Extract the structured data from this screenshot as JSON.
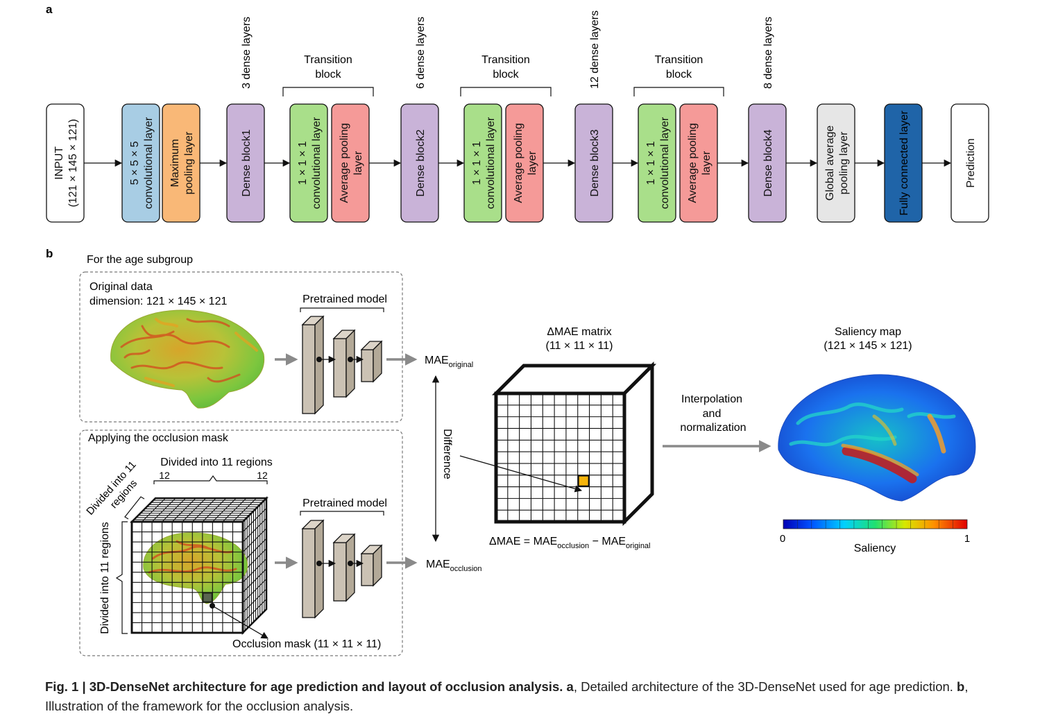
{
  "panel_a": {
    "letter": "a",
    "blocks": [
      {
        "lines": [
          "INPUT",
          "(121 × 145 × 121)"
        ],
        "color": "#ffffff"
      },
      {
        "lines": [
          "5 × 5 × 5",
          "convolutional layer"
        ],
        "color": "#a8cde4"
      },
      {
        "lines": [
          "Maximum",
          "pooling layer"
        ],
        "color": "#f9b877"
      },
      {
        "lines": [
          "Dense block1"
        ],
        "color": "#c9b3d8"
      },
      {
        "lines": [
          "1 × 1 × 1",
          "convolutional layer"
        ],
        "color": "#a9df8a"
      },
      {
        "lines": [
          "Average pooling",
          "layer"
        ],
        "color": "#f59a98"
      },
      {
        "lines": [
          "Dense block2"
        ],
        "color": "#c9b3d8"
      },
      {
        "lines": [
          "1 × 1 × 1",
          "convolutional layer"
        ],
        "color": "#a9df8a"
      },
      {
        "lines": [
          "Average pooling",
          "layer"
        ],
        "color": "#f59a98"
      },
      {
        "lines": [
          "Dense block3"
        ],
        "color": "#c9b3d8"
      },
      {
        "lines": [
          "1 × 1 × 1",
          "convolutional layer"
        ],
        "color": "#a9df8a"
      },
      {
        "lines": [
          "Average pooling",
          "layer"
        ],
        "color": "#f59a98"
      },
      {
        "lines": [
          "Dense block4"
        ],
        "color": "#c9b3d8"
      },
      {
        "lines": [
          "Global average",
          "pooling layer"
        ],
        "color": "#e6e6e6"
      },
      {
        "lines": [
          "Fully connected layer"
        ],
        "color": "#1f64a8"
      },
      {
        "lines": [
          "Prediction"
        ],
        "color": "#ffffff"
      }
    ],
    "dense_layer_labels": [
      "3 dense layers",
      "6 dense layers",
      "12 dense layers",
      "8 dense layers"
    ],
    "transition_label": [
      "Transition",
      "block"
    ]
  },
  "panel_b": {
    "letter": "b",
    "group_title": "For the age subgroup",
    "original_box": {
      "line1": "Original data",
      "line2": "dimension: 121 × 145 × 121"
    },
    "occlusion_box": {
      "title": "Applying the occlusion mask"
    },
    "pretrained_label": "Pretrained model",
    "mae_original": {
      "base": "MAE",
      "sub": "original"
    },
    "mae_occlusion": {
      "base": "MAE",
      "sub": "occlusion"
    },
    "difference_label": "Difference",
    "divided_top": "Divided into 11 regions",
    "divided_diag": [
      "Divided into 11",
      "regions"
    ],
    "divided_left": "Divided into 11 regions",
    "num_left": "12",
    "num_right": "12",
    "occlusion_mask_label": "Occlusion mask (11 × 11 × 11)",
    "dmae_title": [
      "ΔMAE matrix",
      "(11 × 11 × 11)"
    ],
    "dmae_formula": {
      "a": "ΔMAE = MAE",
      "a_sub": "occlusion",
      "b": " − MAE",
      "b_sub": "original"
    },
    "interp_label": [
      "Interpolation",
      "and",
      "normalization"
    ],
    "saliency_title": [
      "Saliency map",
      "(121 × 145 × 121)"
    ],
    "colorbar_min": "0",
    "colorbar_max": "1",
    "colorbar_label": "Saliency"
  },
  "caption": {
    "bold": "Fig. 1 | 3D-DenseNet architecture for age prediction and layout of occlusion analysis.",
    "a_letter": "a",
    "a_text": ", Detailed architecture of the 3D-DenseNet used for age prediction.",
    "b_letter": "b",
    "b_text": ", Illustration of the framework for the occlusion analysis."
  }
}
